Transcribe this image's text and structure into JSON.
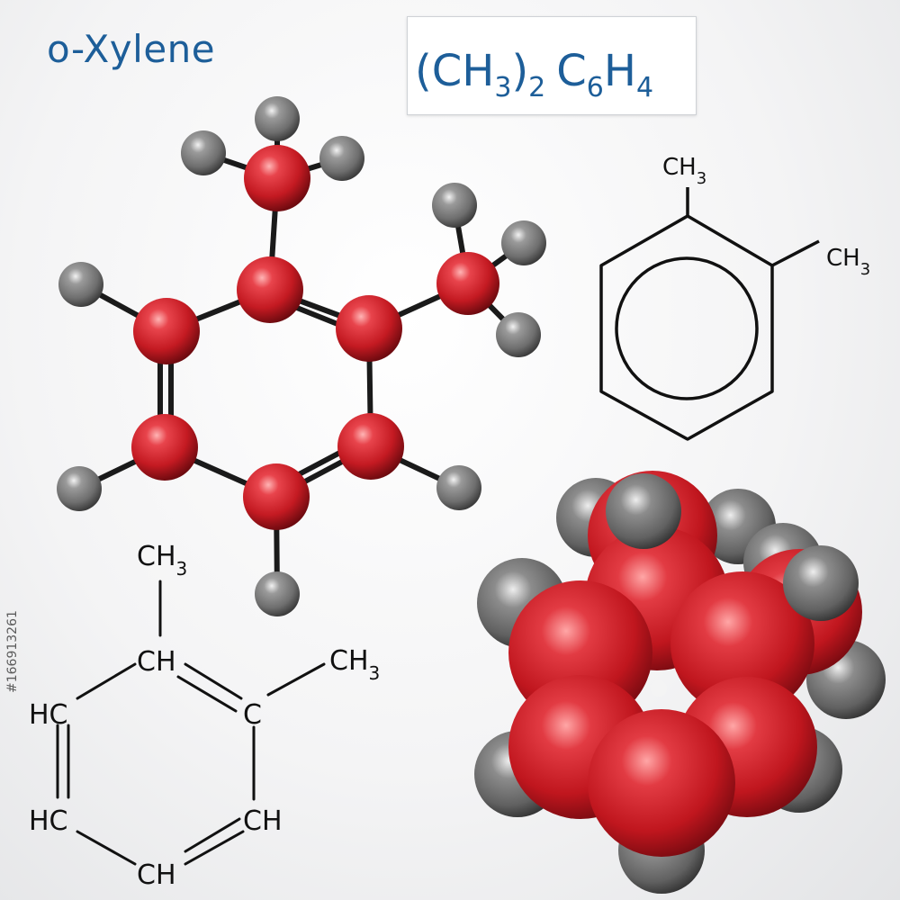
{
  "title": "o-Xylene",
  "formula": {
    "prefix": "(CH",
    "sub1": "3",
    "close": ")",
    "sub2": "2",
    "c": "C",
    "sub3": "6",
    "h": "H",
    "sub4": "4"
  },
  "skeletal": {
    "methyl_top": {
      "main": "CH",
      "sub": "3"
    },
    "methyl_right": {
      "main": "CH",
      "sub": "3"
    }
  },
  "structural": {
    "methyl_top": {
      "main": "CH",
      "sub": "3"
    },
    "methyl_right": {
      "main": "CH",
      "sub": "3"
    },
    "atom_top": "CH",
    "atom_right": "C",
    "atom_left_upper": "HC",
    "atom_left_lower": "HC",
    "atom_right_lower": "CH",
    "atom_bottom": "CH"
  },
  "watermark": "#166913261",
  "colors": {
    "carbon": "#c41a22",
    "hydrogen": "#7a7a7a",
    "title": "#1d5e99",
    "ink": "#111111"
  }
}
